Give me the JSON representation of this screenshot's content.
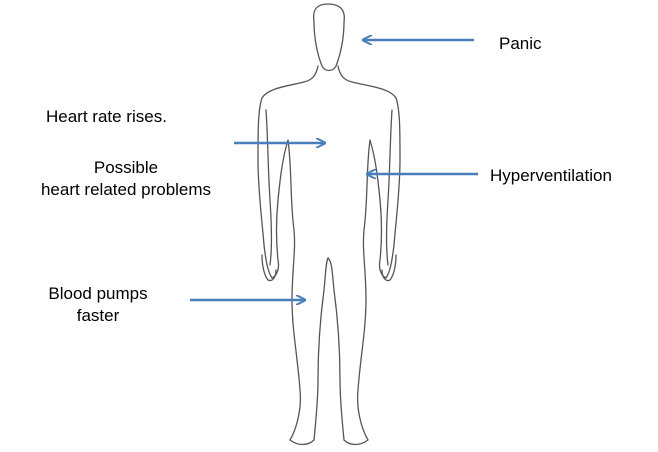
{
  "labels": {
    "panic": "Panic",
    "heart_rate": "Heart rate rises.",
    "heart_problems": {
      "line1": "Possible",
      "line2": "heart related problems"
    },
    "hyperventilation": "Hyperventilation",
    "blood_pumps": {
      "line1": "Blood pumps",
      "line2": "faster"
    }
  },
  "colors": {
    "arrow": "#4a7ebb",
    "body_outline": "#555555",
    "text": "#000000"
  }
}
